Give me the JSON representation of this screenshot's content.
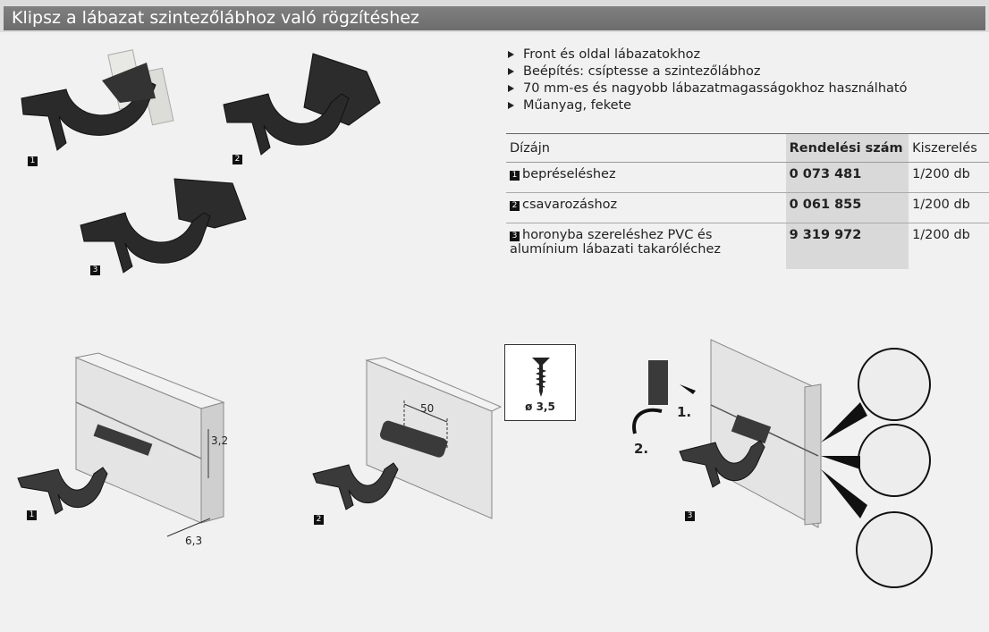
{
  "header": {
    "title": "Klipsz a lábazat szintezőlábhoz való rögzítéshez"
  },
  "products": [
    {
      "badge": "1"
    },
    {
      "badge": "2"
    },
    {
      "badge": "3"
    }
  ],
  "features": [
    "Front és oldal lábazatokhoz",
    "Beépítés: csíptesse a szintezőlábhoz",
    "70 mm-es és nagyobb lábazatmagasságokhoz használható",
    "Műanyag, fekete"
  ],
  "table": {
    "headers": {
      "design": "Dízájn",
      "order_no": "Rendelési szám",
      "pack": "Kiszerelés"
    },
    "rows": [
      {
        "badge": "1",
        "design": "bepréseléshez",
        "design2": "",
        "order_no": "0 073 481",
        "pack": "1/200 db"
      },
      {
        "badge": "2",
        "design": "csavarozáshoz",
        "design2": "",
        "order_no": "0 061 855",
        "pack": "1/200 db"
      },
      {
        "badge": "3",
        "design": "horonyba szereléshez PVC és",
        "design2": "alumínium lábazati takaróléchez",
        "order_no": "9 319 972",
        "pack": "1/200 db"
      }
    ]
  },
  "install": {
    "badges": [
      "1",
      "2",
      "3"
    ],
    "dim_groove_width": "3,2",
    "dim_groove_depth": "6,3",
    "dim_hole_spacing": "50",
    "screw_size": "ø 3,5",
    "step1": "1.",
    "step2": "2."
  }
}
